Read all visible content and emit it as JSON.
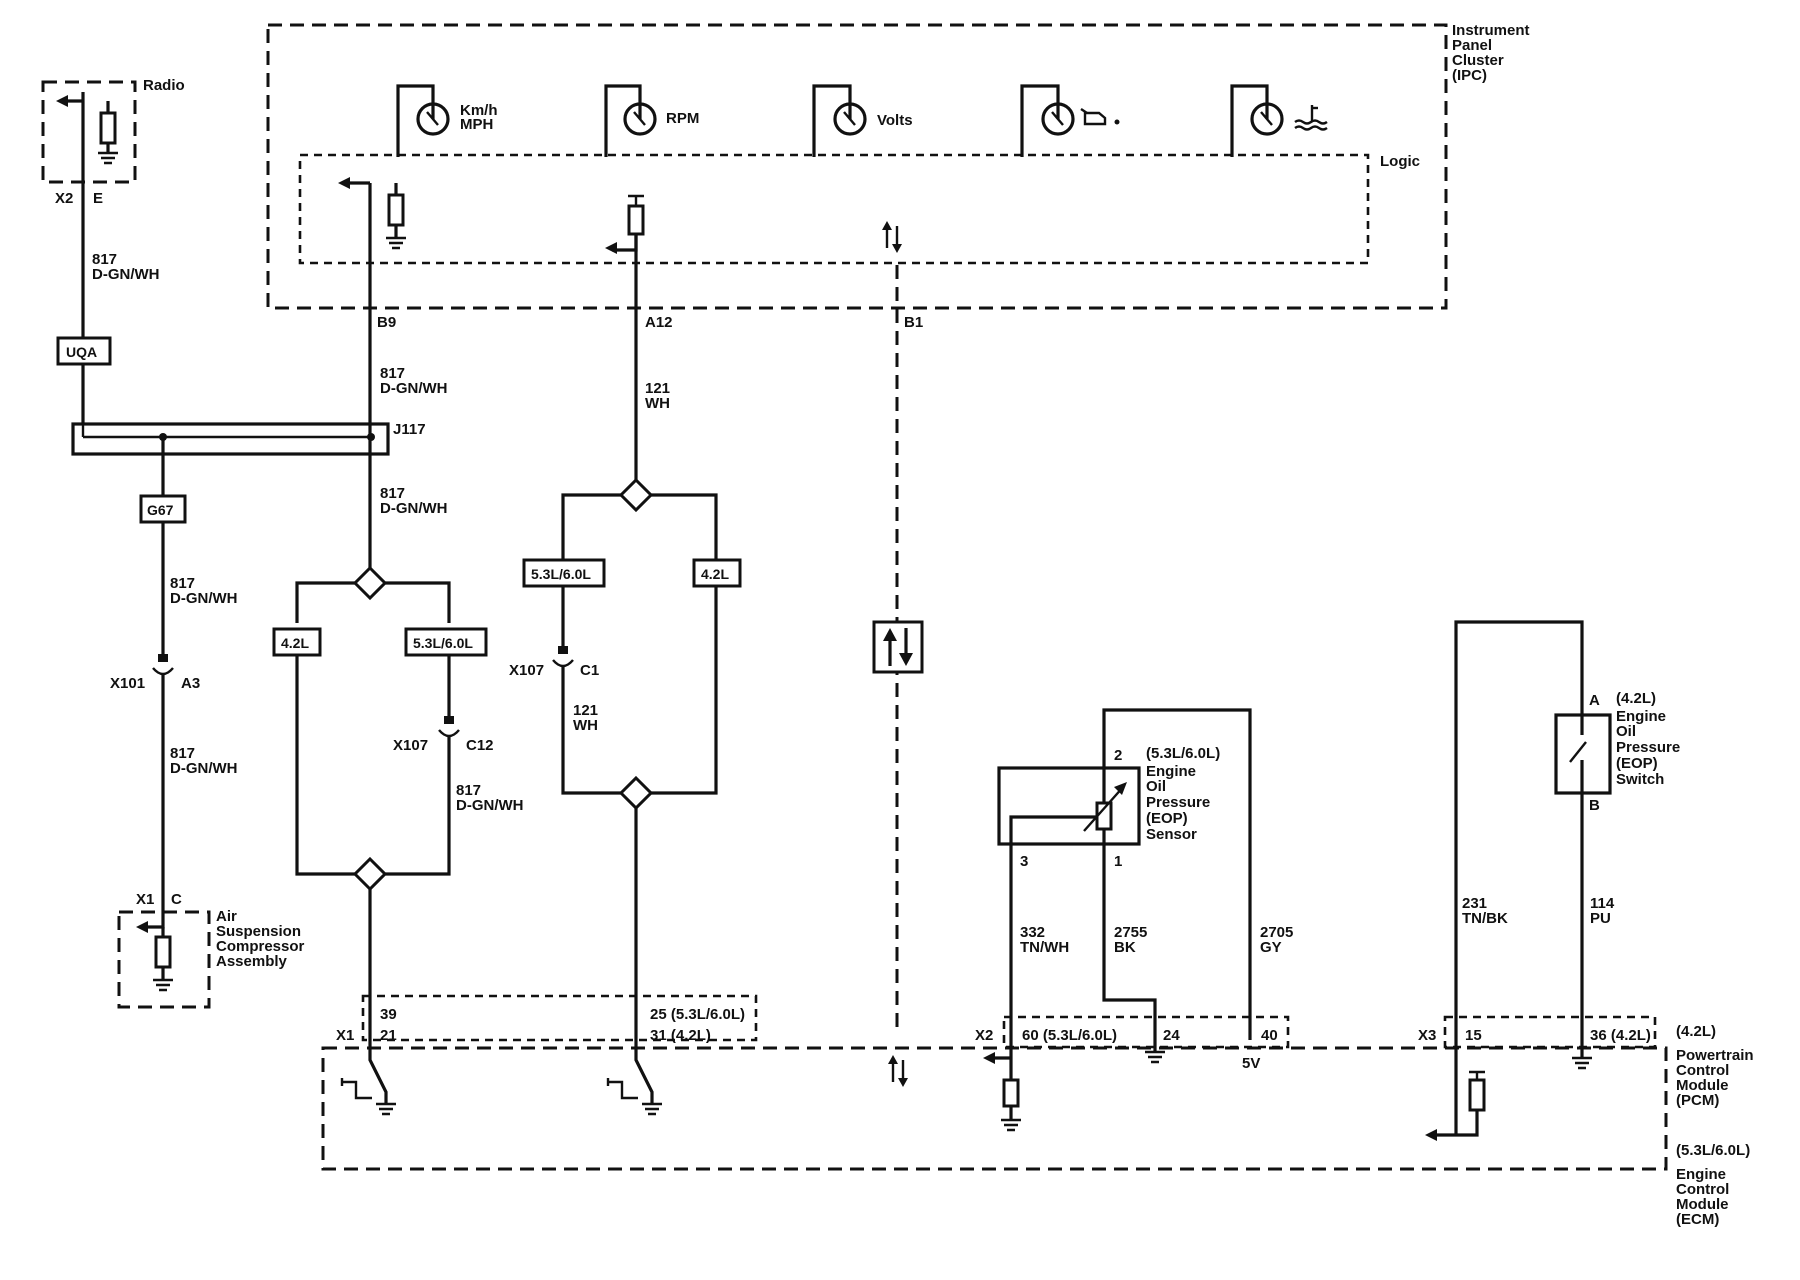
{
  "ipc": {
    "title_lines": [
      "Instrument",
      "Panel",
      "Cluster",
      "(IPC)"
    ],
    "logic_label": "Logic",
    "gauges": [
      {
        "label_lines": [
          "Km/h",
          "MPH"
        ],
        "icon": "gauge-icon"
      },
      {
        "label_lines": [
          "RPM"
        ],
        "icon": "gauge-icon"
      },
      {
        "label_lines": [
          "Volts"
        ],
        "icon": "gauge-icon"
      },
      {
        "label_lines": [],
        "icon": "oil-can-icon"
      },
      {
        "label_lines": [],
        "icon": "coolant-temp-icon"
      }
    ],
    "pins": {
      "b9": "B9",
      "a12": "A12",
      "b1": "B1"
    }
  },
  "radio": {
    "title": "Radio",
    "connector": "X2",
    "pin": "E",
    "wire_lines": [
      "817",
      "D-GN/WH"
    ],
    "splice": "UQA"
  },
  "splice_pack": {
    "name": "J117",
    "ground": "G67"
  },
  "wires": {
    "w817_b9_lines": [
      "817",
      "D-GN/WH"
    ],
    "w817_j117_lines": [
      "817",
      "D-GN/WH"
    ],
    "w817_g67_lines": [
      "817",
      "D-GN/WH"
    ],
    "w817_x101_lines": [
      "817",
      "D-GN/WH"
    ],
    "w817_x107_lines": [
      "817",
      "D-GN/WH"
    ],
    "w121_a12_lines": [
      "121",
      "WH"
    ],
    "w121_x107_lines": [
      "121",
      "WH"
    ],
    "w332_lines": [
      "332",
      "TN/WH"
    ],
    "w2755_lines": [
      "2755",
      "BK"
    ],
    "w2705_lines": [
      "2705",
      "GY"
    ],
    "w231_lines": [
      "231",
      "TN/BK"
    ],
    "w114_lines": [
      "114",
      "PU"
    ]
  },
  "connectors": {
    "x101": "X101",
    "x101_pin": "A3",
    "x107_a": "X107",
    "x107_a_pin": "C12",
    "x107_b": "X107",
    "x107_b_pin": "C1"
  },
  "options": {
    "opt_42_a": "4.2L",
    "opt_5360_a": "5.3L/6.0L",
    "opt_5360_b": "5.3L/6.0L",
    "opt_42_b": "4.2L"
  },
  "compressor": {
    "title_lines": [
      "Air",
      "Suspension",
      "Compressor",
      "Assembly"
    ],
    "connector": "X1",
    "pin": "C"
  },
  "eop_sensor": {
    "title_lines": [
      "(5.3L/6.0L)",
      "Engine",
      "Oil",
      "Pressure",
      "(EOP)",
      "Sensor"
    ],
    "pin_2": "2",
    "pin_3": "3",
    "pin_1": "1"
  },
  "eop_switch": {
    "title_lines": [
      "(4.2L)",
      "Engine",
      "Oil",
      "Pressure",
      "(EOP)",
      "Switch"
    ],
    "pin_a": "A",
    "pin_b": "B"
  },
  "pcm": {
    "x1": "X1",
    "x1_pin_a": "39",
    "x1_pin_b": "21",
    "x1_pin_c": "25 (5.3L/6.0L)",
    "x1_pin_d": "31 (4.2L)",
    "x2": "X2",
    "x2_pin_60": "60 (5.3L/6.0L)",
    "x2_pin_24": "24",
    "x2_pin_40": "40",
    "v5": "5V",
    "x3": "X3",
    "x3_pin_15": "15",
    "x3_pin_36": "36 (4.2L)",
    "opt_42": "(4.2L)",
    "pcm_lines": [
      "Powertrain",
      "Control",
      "Module",
      "(PCM)"
    ],
    "opt_5360": "(5.3L/6.0L)",
    "ecm_lines": [
      "Engine",
      "Control",
      "Module",
      "(ECM)"
    ]
  }
}
